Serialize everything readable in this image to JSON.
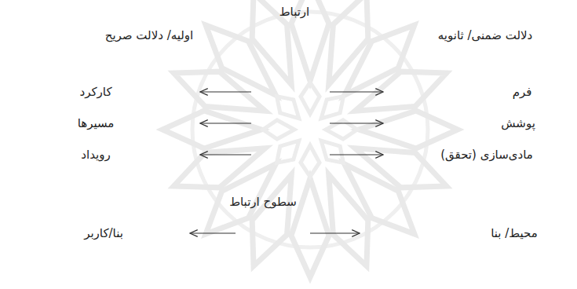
{
  "diagram": {
    "labels": [
      "ارتباط",
      "اولیه/ دلالت صریح",
      "دلالت ضمنی/ ثانویه",
      "کارکرد",
      "فرم",
      "مسیرها",
      "پوشش",
      "رویداد",
      "مادی‌سازی (تحقق)",
      "سطوح ارتباط",
      "بنا/کاربر",
      "محیط/ بنا"
    ]
  }
}
